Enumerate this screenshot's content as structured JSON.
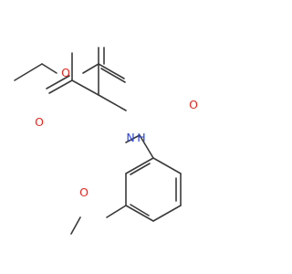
{
  "molecule": {
    "atoms": {
      "o_ester_single": {
        "symbol": "O",
        "color": "#e8251b"
      },
      "o_ester_carbonyl": {
        "symbol": "O",
        "color": "#e8251b"
      },
      "o_ketone": {
        "symbol": "O",
        "color": "#e8251b"
      },
      "n_amine": {
        "symbol": "N",
        "color": "#2f45d6"
      },
      "h_amine": {
        "symbol": "H",
        "color": "#2f45d6"
      },
      "o_methoxy": {
        "symbol": "O",
        "color": "#e8251b"
      }
    },
    "bond_color": "#3a3a3a"
  }
}
